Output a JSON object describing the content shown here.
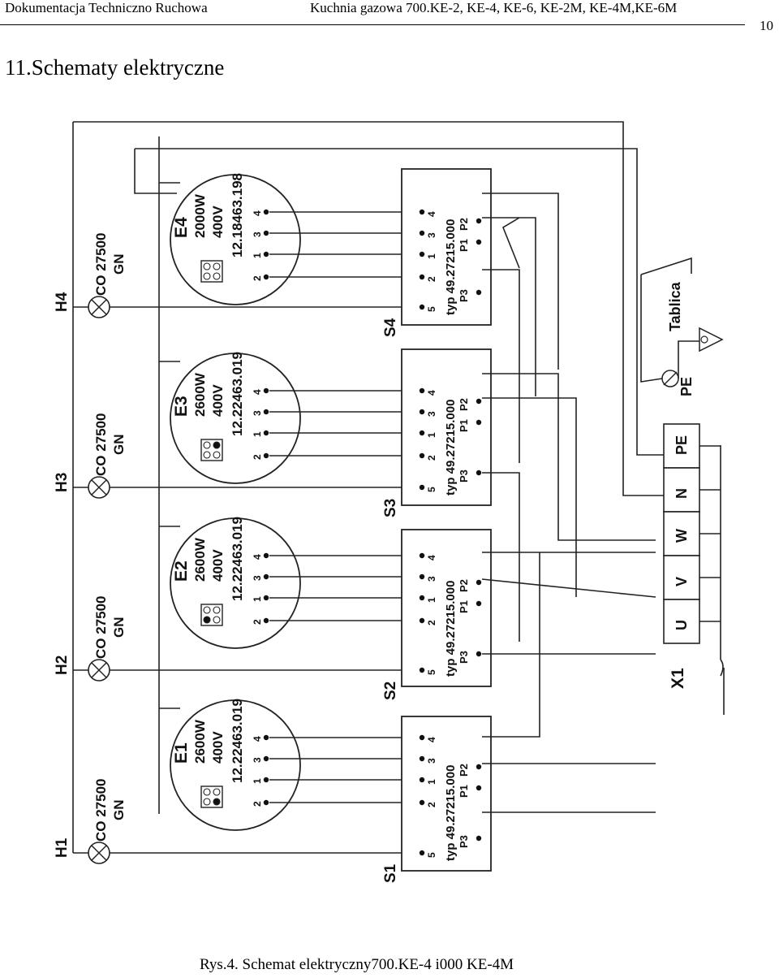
{
  "header": {
    "left": "Dokumentacja Techniczno  Ruchowa",
    "right": "Kuchnia gazowa 700.KE-2, KE-4, KE-6, KE-2M, KE-4M,KE-6M",
    "page_number": "10"
  },
  "section_title": "11.Schematy elektryczne",
  "caption": "Rys.4. Schemat elektryczny700.KE-4 i000 KE-4M",
  "diagram": {
    "lamps": [
      {
        "id": "H1",
        "model": "CO 27500",
        "color": "GN"
      },
      {
        "id": "H2",
        "model": "CO 27500",
        "color": "GN"
      },
      {
        "id": "H3",
        "model": "CO 27500",
        "color": "GN"
      },
      {
        "id": "H4",
        "model": "CO 27500",
        "color": "GN"
      }
    ],
    "heaters": [
      {
        "id": "E1",
        "power": "2600W",
        "voltage": "400V",
        "part": "12.22463.019"
      },
      {
        "id": "E2",
        "power": "2600W",
        "voltage": "400V",
        "part": "12.22463.019"
      },
      {
        "id": "E3",
        "power": "2600W",
        "voltage": "400V",
        "part": "12.22463.019"
      },
      {
        "id": "E4",
        "power": "2000W",
        "voltage": "400V",
        "part": "12.18463.198"
      }
    ],
    "heater_terminals": [
      "2",
      "1",
      "3",
      "4"
    ],
    "switches": [
      {
        "id": "S1",
        "type": "typ 49.27215.000"
      },
      {
        "id": "S2",
        "type": "typ 49.27215.000"
      },
      {
        "id": "S3",
        "type": "typ 49.27215.000"
      },
      {
        "id": "S4",
        "type": "typ 49.27215.000"
      }
    ],
    "switch_terminals": [
      "5",
      "2",
      "1",
      "3",
      "4"
    ],
    "switch_outputs": [
      "P3",
      "P1",
      "P2"
    ],
    "terminal_block": {
      "id": "X1",
      "terminals": [
        "U",
        "V",
        "W",
        "N",
        "PE"
      ]
    },
    "pe_label": "PE",
    "tablica_label": "Tablica"
  }
}
